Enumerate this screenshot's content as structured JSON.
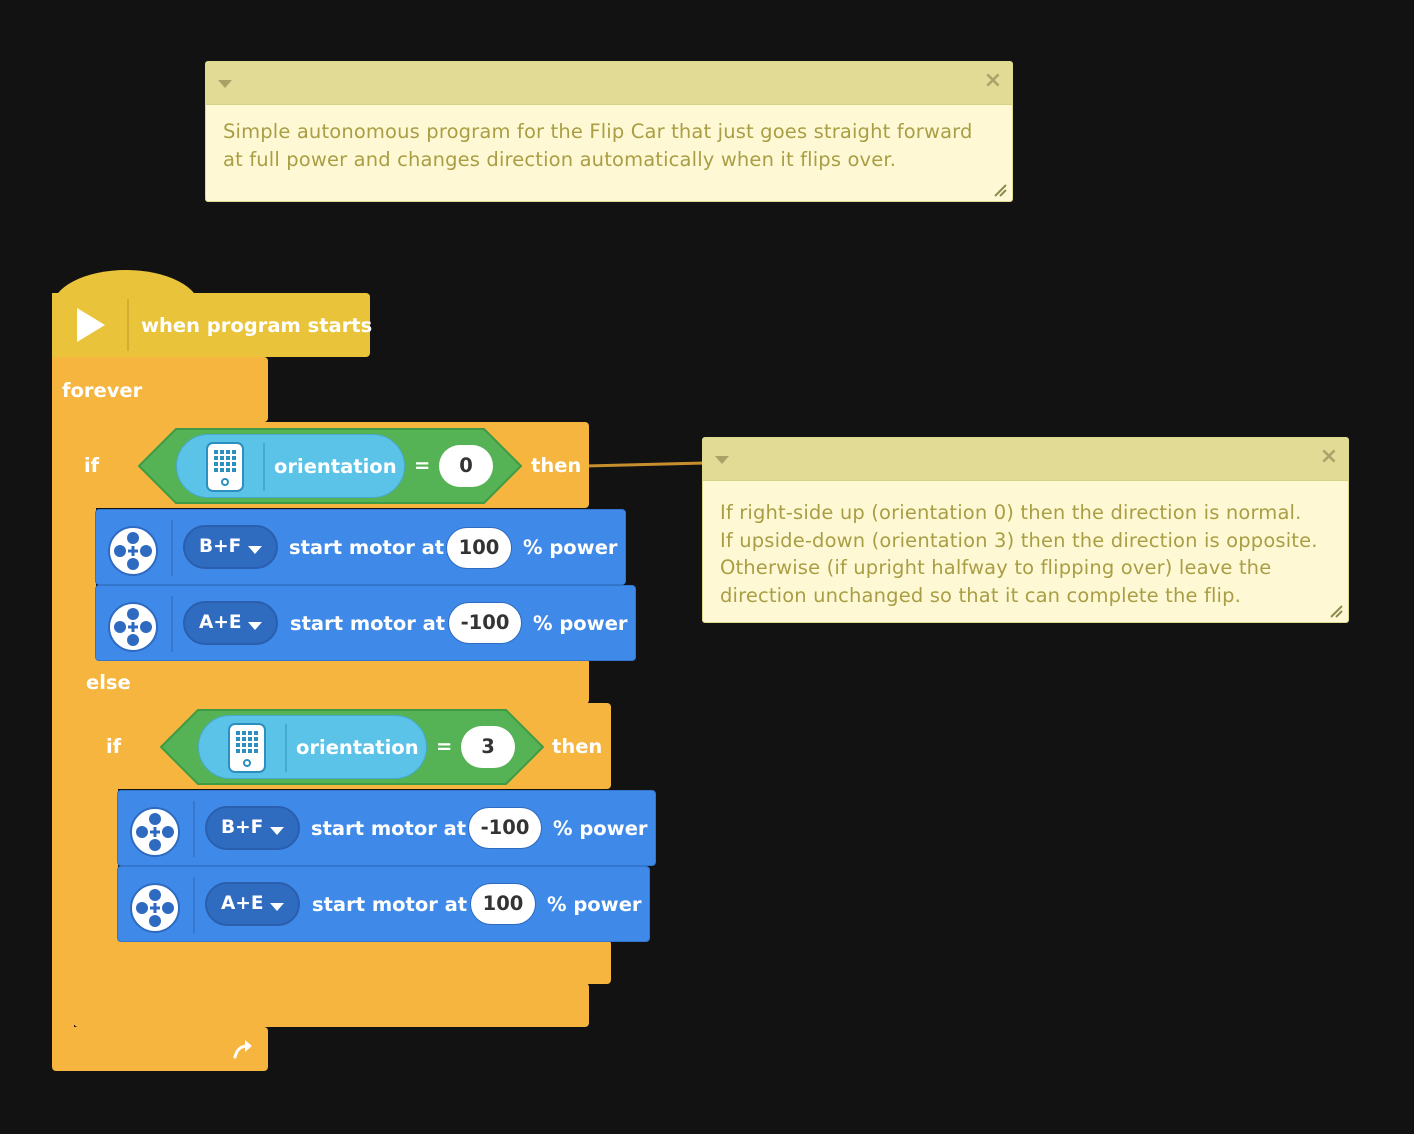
{
  "comments": [
    {
      "text": "Simple autonomous program for the Flip Car that just goes straight forward\nat full power and changes direction automatically when it flips over."
    },
    {
      "text": "If right-side up (orientation 0) then the direction is normal.\nIf upside-down (orientation 3) then the direction is opposite.\nOtherwise (if upright halfway to flipping over) leave the\ndirection unchanged so that it can complete the flip."
    }
  ],
  "program": {
    "hat_label": "when program starts",
    "forever_label": "forever",
    "if_label": "if",
    "then_label": "then",
    "else_label": "else",
    "sensor_label": "orientation",
    "equals_label": "=",
    "cond1_value": "0",
    "cond2_value": "3",
    "motor_action_label": "start motor at",
    "power_label": "% power",
    "motors": [
      {
        "port": "B+F",
        "value": "100"
      },
      {
        "port": "A+E",
        "value": "-100"
      },
      {
        "port": "B+F",
        "value": "-100"
      },
      {
        "port": "A+E",
        "value": "100"
      }
    ]
  },
  "colors": {
    "background": "#121212",
    "events": "#E9C43A",
    "control": "#F5B53F",
    "motor": "#3F8AE8",
    "operator": "#55B356",
    "sensor": "#5CC3E8",
    "comment": "#FEF9D4"
  }
}
